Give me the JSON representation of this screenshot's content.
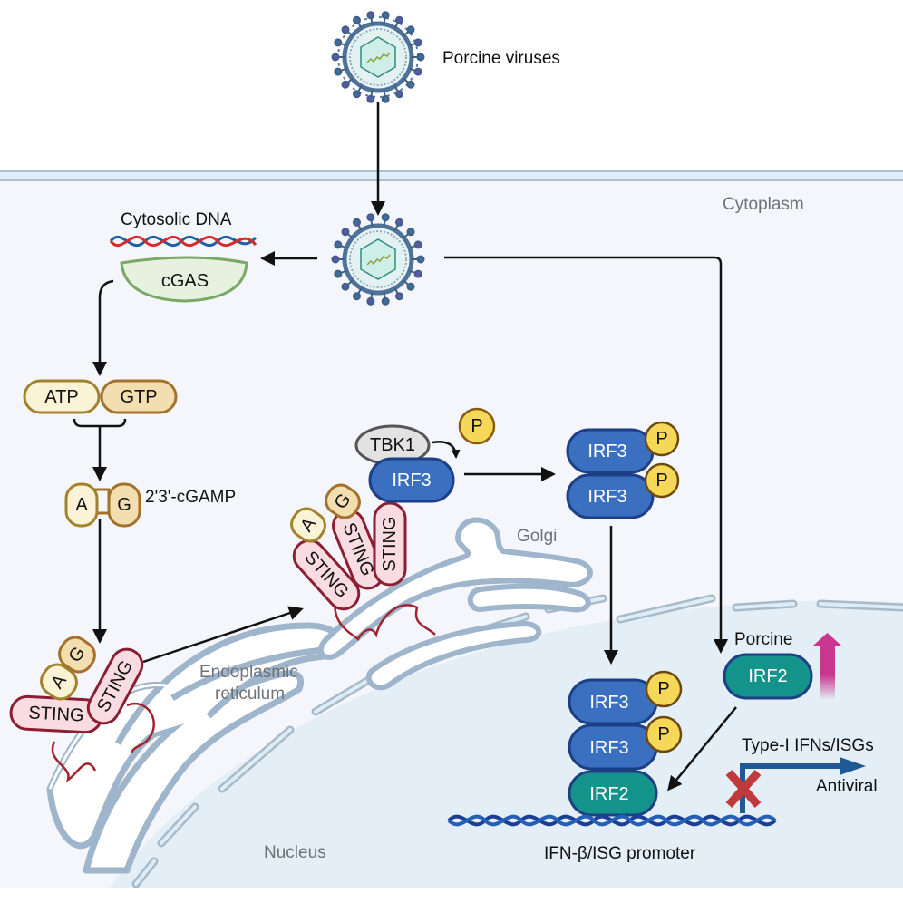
{
  "title": "Porcine virus cGAS-STING / IRF2 signaling diagram",
  "compartments": {
    "cytoplasm": "Cytoplasm",
    "nucleus": "Nucleus",
    "endoplasmic_reticulum_line1": "Endoplasmic",
    "endoplasmic_reticulum_line2": "reticulum",
    "golgi": "Golgi"
  },
  "virus": {
    "label": "Porcine viruses"
  },
  "cgas_module": {
    "dna_label": "Cytosolic DNA",
    "enzyme": "cGAS"
  },
  "nucleotides": {
    "atp": "ATP",
    "gtp": "GTP"
  },
  "cgamp": {
    "a": "A",
    "g": "G",
    "label": "2'3'-cGAMP"
  },
  "sting": {
    "label": "STING"
  },
  "kinase": {
    "tbk1": "TBK1",
    "irf3": "IRF3",
    "phospho": "P"
  },
  "nuclear": {
    "porcine_label": "Porcine",
    "irf2": "IRF2",
    "irf3": "IRF3",
    "phospho": "P",
    "promoter_label": "IFN-β/ISG promoter",
    "gene_label": "Type-I IFNs/ISGs",
    "outcome_label": "Antiviral"
  },
  "colors": {
    "irf3": "#3b6fbf",
    "irf3_border": "#1d3f85",
    "irf2": "#14938a",
    "phospho": "#f6d858",
    "sting_fill": "#f9dbe2",
    "sting_border": "#8c1e32",
    "upregulation_arrow": "#c8368f",
    "block_x": "#c0393b",
    "gene_arrow": "#1f5a96"
  }
}
